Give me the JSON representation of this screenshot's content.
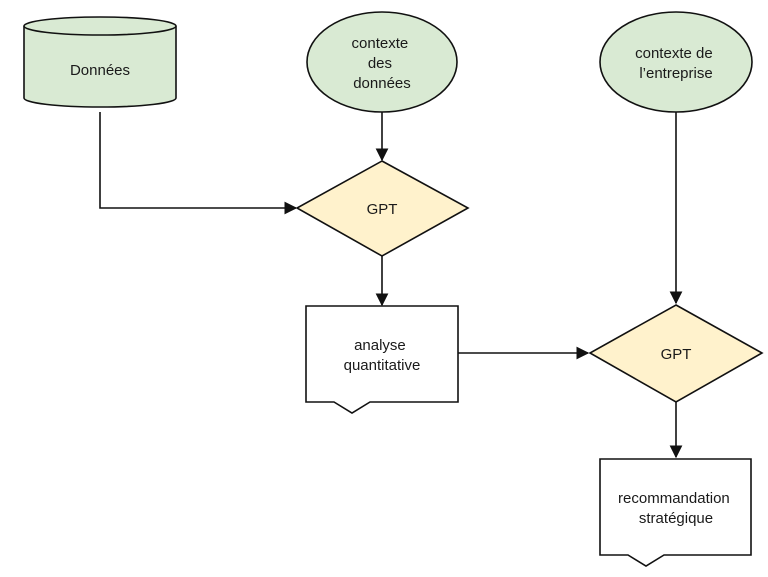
{
  "colors": {
    "green_fill": "#d9ead3",
    "yellow_fill": "#fff2cc",
    "white_fill": "#ffffff",
    "stroke": "#111111"
  },
  "nodes": {
    "donnees": {
      "lines": [
        "Données"
      ]
    },
    "contexte_donnees": {
      "lines": [
        "contexte",
        "des",
        "données"
      ]
    },
    "contexte_entreprise": {
      "lines": [
        "contexte de",
        "l’entreprise"
      ]
    },
    "gpt_1": {
      "lines": [
        "GPT"
      ]
    },
    "gpt_2": {
      "lines": [
        "GPT"
      ]
    },
    "analyse": {
      "lines": [
        "analyse",
        "quantitative"
      ]
    },
    "recommandation": {
      "lines": [
        "recommandation",
        "stratégique"
      ]
    }
  }
}
